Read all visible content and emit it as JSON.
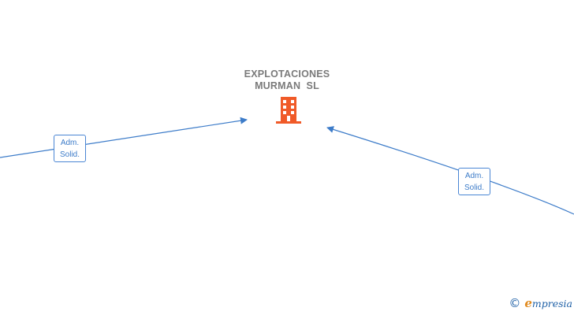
{
  "company": {
    "name_lines": [
      "EXPLOTACIONES",
      "MURMAN  SL"
    ],
    "icon": "building-icon",
    "icon_color": "#f05a28"
  },
  "relations": [
    {
      "id": "left",
      "label_lines": [
        "Adm.",
        "Solid."
      ]
    },
    {
      "id": "right",
      "label_lines": [
        "Adm.",
        "Solid."
      ]
    }
  ],
  "colors": {
    "edge": "#3d7cc9",
    "label_border": "#4a86d4",
    "title": "#7a7a7a",
    "brand_blue": "#1d5fa6",
    "brand_orange": "#e08a1e"
  },
  "footer": {
    "copyright_symbol": "©",
    "brand_initial": "e",
    "brand_rest": "mpresia"
  }
}
